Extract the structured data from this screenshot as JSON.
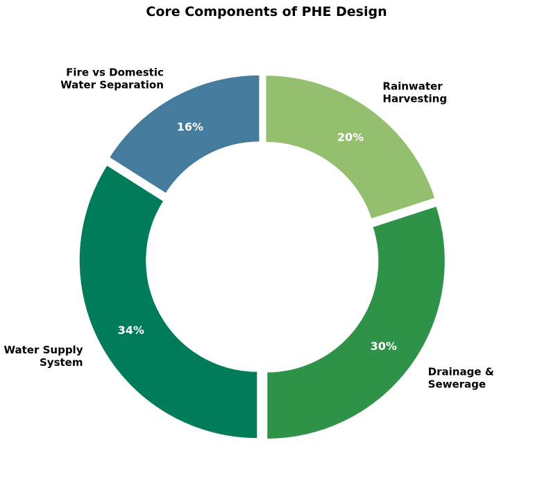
{
  "chart_data": {
    "type": "pie",
    "title": "Core Components of PHE Design",
    "style": "donut",
    "start_angle_deg": 90,
    "direction": "counterclockwise",
    "slices": [
      {
        "label_lines": [
          "Fire vs Domestic",
          "Water Separation"
        ],
        "value": 16,
        "value_label": "16%",
        "color": "#457b9d"
      },
      {
        "label_lines": [
          "Water Supply",
          "System"
        ],
        "value": 34,
        "value_label": "34%",
        "color": "#017c5a"
      },
      {
        "label_lines": [
          "Drainage &",
          "Sewerage"
        ],
        "value": 30,
        "value_label": "30%",
        "color": "#2e9248"
      },
      {
        "label_lines": [
          "Rainwater",
          "Harvesting"
        ],
        "value": 20,
        "value_label": "20%",
        "color": "#93bf6f"
      }
    ]
  }
}
